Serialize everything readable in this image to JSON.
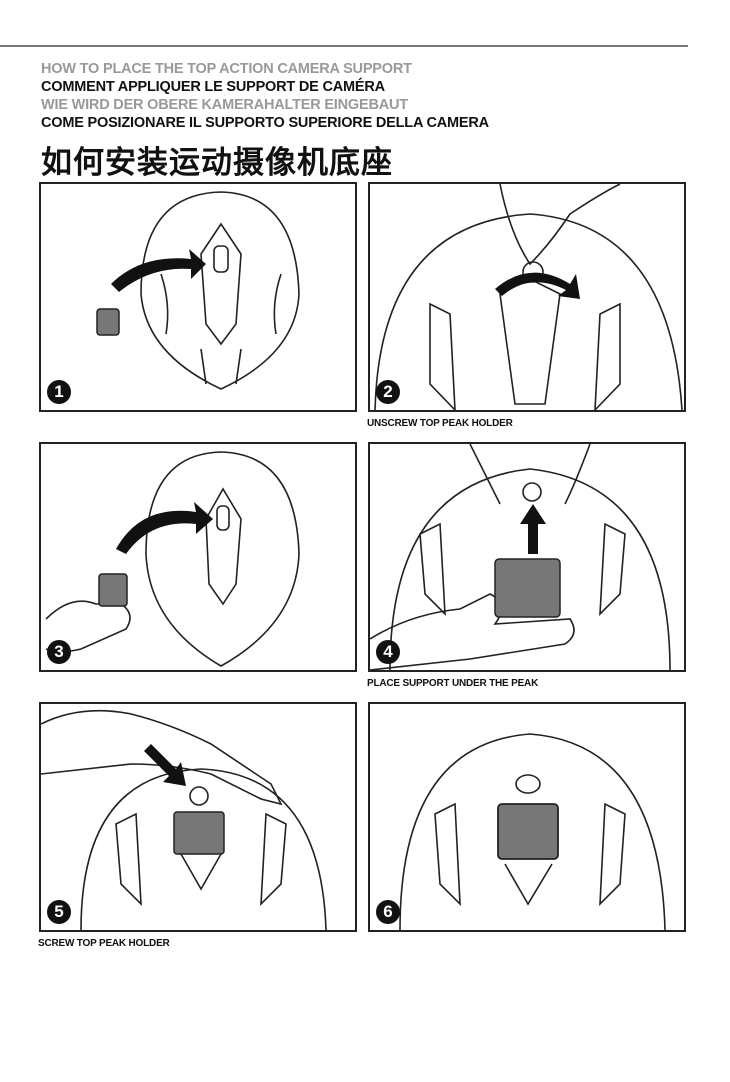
{
  "titles": {
    "en": "HOW TO PLACE THE TOP ACTION CAMERA SUPPORT",
    "fr": "COMMENT APPLIQUER LE SUPPORT DE CAMÉRA",
    "de": "WIE WIRD DER OBERE KAMERAHALTER EINGEBAUT",
    "it": "COME POSIZIONARE IL SUPPORTO SUPERIORE DELLA CAMERA",
    "zh": "如何安装运动摄像机底座"
  },
  "steps": [
    {
      "number": "1",
      "caption": ""
    },
    {
      "number": "2",
      "caption": "UNSCREW TOP PEAK HOLDER"
    },
    {
      "number": "3",
      "caption": ""
    },
    {
      "number": "4",
      "caption": "PLACE SUPPORT UNDER THE PEAK"
    },
    {
      "number": "5",
      "caption": "SCREW TOP PEAK HOLDER"
    },
    {
      "number": "6",
      "caption": ""
    }
  ]
}
